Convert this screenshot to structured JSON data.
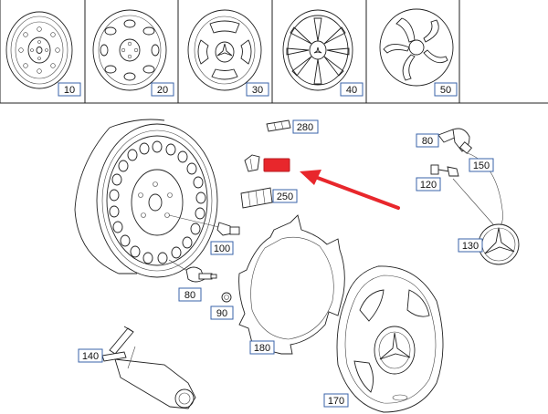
{
  "thumbnails": [
    {
      "label": "10"
    },
    {
      "label": "20"
    },
    {
      "label": "30"
    },
    {
      "label": "40"
    },
    {
      "label": "50"
    }
  ],
  "callouts": {
    "c280": "280",
    "c250": "250",
    "c80a": "80",
    "c150": "150",
    "c120": "120",
    "c130": "130",
    "c100": "100",
    "c80b": "80",
    "c90": "90",
    "c180": "180",
    "c140": "140",
    "c170": "170"
  },
  "highlight": {
    "label": "",
    "color": "#e8272c"
  },
  "colors": {
    "callout_border": "#3a63a8",
    "arrow": "#e8272c",
    "line": "#222222"
  }
}
